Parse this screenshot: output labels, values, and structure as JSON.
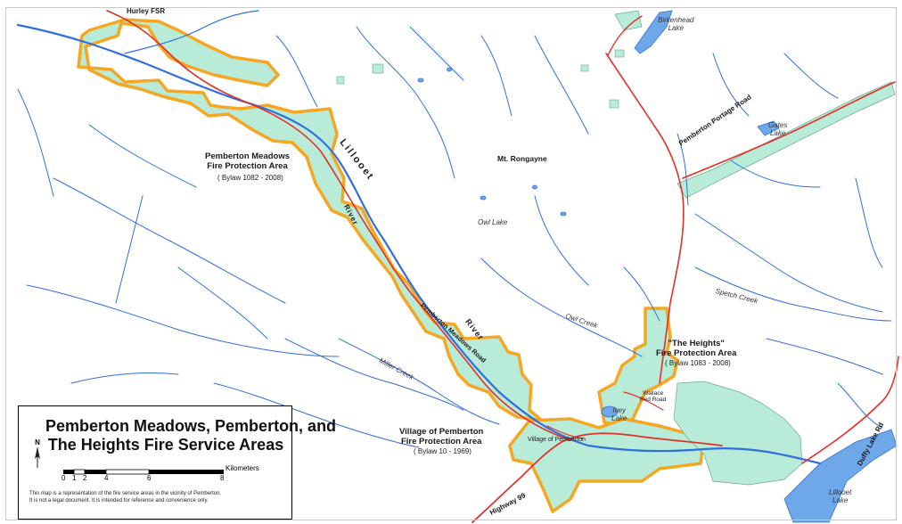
{
  "map": {
    "colors": {
      "fire_area_fill": "#b9ecd8",
      "fire_area_border": "#f5a623",
      "river": "#2f6fdc",
      "road": "#e0302a",
      "water": "#6fa8e8"
    },
    "labels": {
      "hurley_fsr": "Hurley FSR",
      "birkenhead_lake": "Birkenhead\nLake",
      "gates_lake": "Gates\nLake",
      "pemberton_portage_road": "Pemberton Portage Road",
      "mt_rongayne": "Mt. Rongayne",
      "owl_lake": "Owl Lake",
      "owl_creek": "Owl Creek",
      "spetch_creek": "Spetch Creek",
      "miller_creek": "Miller Creek",
      "ivey_lake": "Ivey\nLake",
      "highway_99": "Highway 99",
      "duffy_lake_rd": "Duffy Lake Rd",
      "lillooet_lake": "Lillooet\nLake",
      "lillooet_river_1": "Lillooet",
      "lillooet_river_2": "River",
      "lillooet_river_3": "River",
      "pemberton_meadows_road": "Pemberton Meadows Road",
      "village_inset": "Village of Pemberton",
      "small_road": "Wallace\nRed Road"
    },
    "areas": {
      "meadows_name": "Pemberton Meadows\nFire Protection Area",
      "meadows_bylaw": "( Bylaw 1082 - 2008)",
      "heights_name": "\"The Heights\"\nFire Protection Area",
      "heights_bylaw": "( Bylaw 1083 - 2008)",
      "village_name": "Village of Pemberton\nFire Protection Area",
      "village_bylaw": "( Bylaw 10 - 1969)"
    }
  },
  "legend": {
    "title": "Pemberton Meadows, Pemberton, and\nThe Heights Fire Service Areas",
    "north_label": "N",
    "scale_ticks": [
      "0",
      "1",
      "2",
      "4",
      "6",
      "8"
    ],
    "scale_unit": "Kilometers",
    "disclaimer": "This map is a representation of the fire service areas in the vicinity of Pemberton.\nIt is not a legal document. It is intended for reference and convenience only."
  }
}
